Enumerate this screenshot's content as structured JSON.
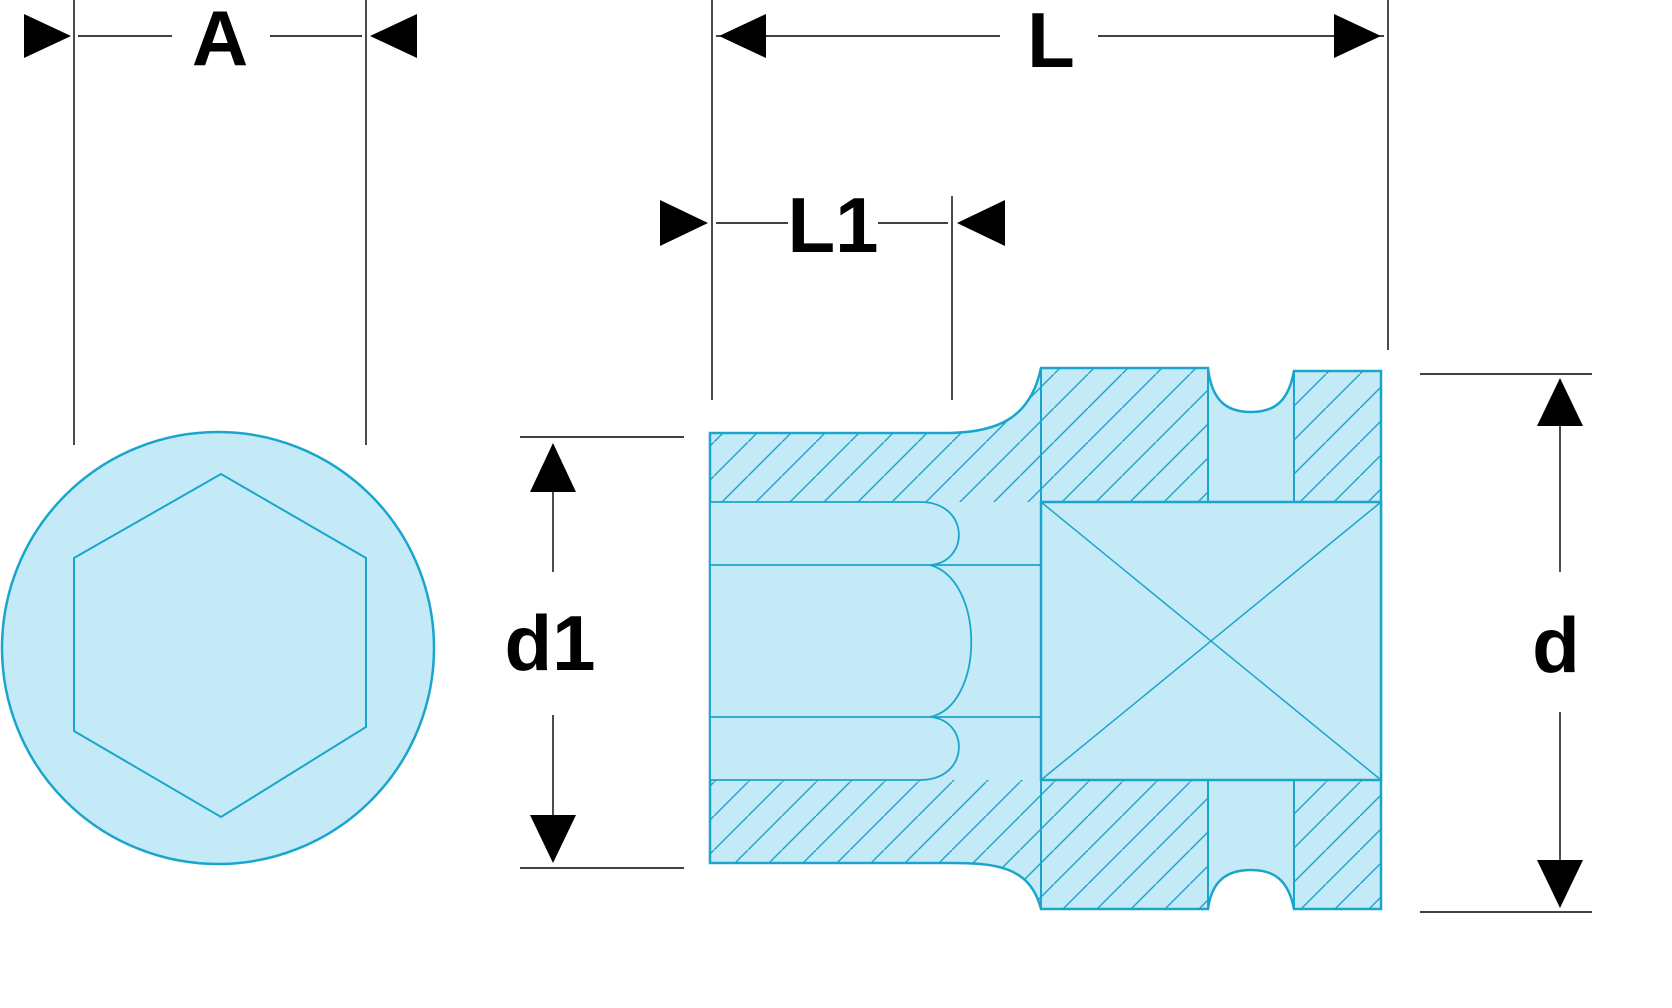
{
  "labels": {
    "across_flats": "A",
    "overall_length": "L",
    "socket_depth": "L1",
    "nose_diameter": "d1",
    "drive_end_diameter": "d"
  },
  "colors": {
    "fill": "#c5eaf7",
    "outline": "#1aa6cc",
    "dimension_lines": "#000000",
    "background": "#ffffff"
  }
}
